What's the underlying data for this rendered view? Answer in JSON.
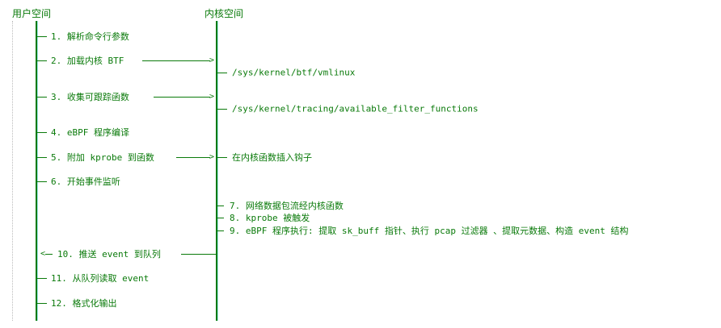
{
  "headers": {
    "user": "用户空间",
    "kernel": "内核空间"
  },
  "user_steps": [
    "1. 解析命令行参数",
    "2. 加载内核 BTF",
    "3. 收集可跟踪函数",
    "4. eBPF 程序编译",
    "5. 附加 kprobe 到函数",
    "6. 开始事件监听",
    "10. 推送 event 到队列",
    "11. 从队列读取 event",
    "12. 格式化输出"
  ],
  "kernel_items": [
    "/sys/kernel/btf/vmlinux",
    "/sys/kernel/tracing/available_filter_functions",
    "在内核函数插入钩子",
    "7. 网络数据包流经内核函数",
    "8. kprobe 被触发",
    "9. eBPF 程序执行: 提取 sk_buff 指针、执行 pcap 过滤器 、提取元数据、构造 event 结构"
  ],
  "arrow_heads": {
    "right": ">",
    "left": "<"
  }
}
